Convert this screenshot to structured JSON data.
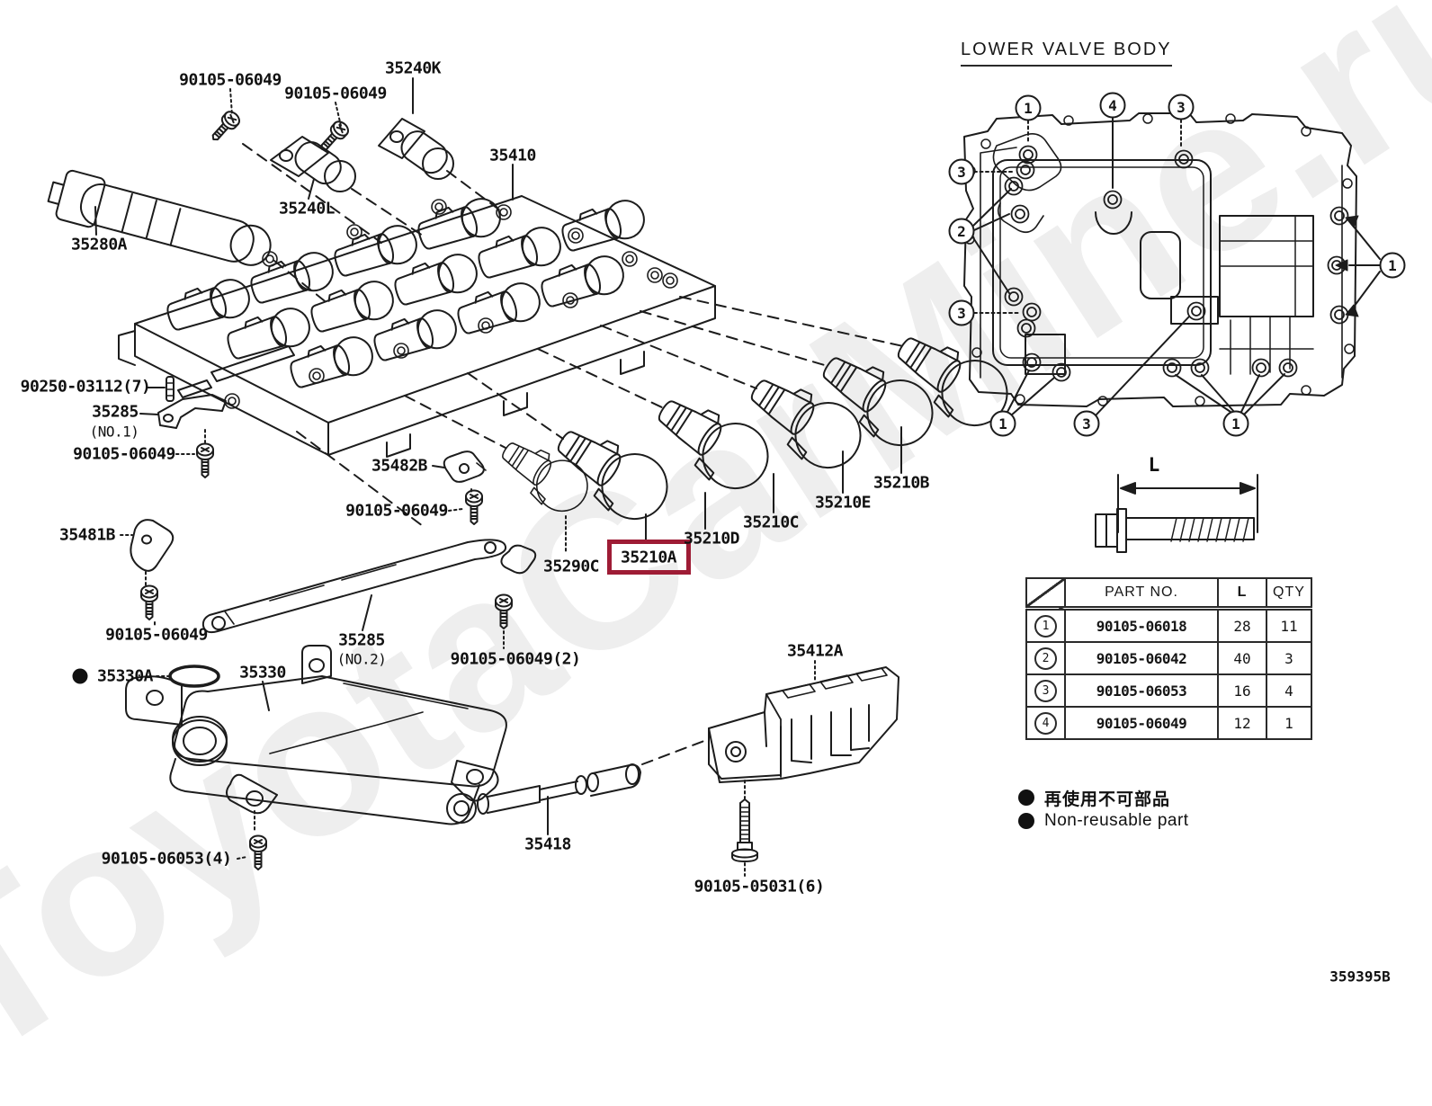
{
  "doc": {
    "number": "359395B",
    "watermark": "ToyotaCarMine.ru"
  },
  "section": {
    "title": "LOWER VALVE BODY"
  },
  "highlight": {
    "part": "35210A",
    "color": "#9e1c35"
  },
  "dimension": {
    "label": "L"
  },
  "legend": {
    "jp": "再使用不可部品",
    "en": "Non-reusable part"
  },
  "table": {
    "headers": {
      "part": "PART NO.",
      "len": "L",
      "qty": "QTY"
    },
    "rows": [
      {
        "no": "1",
        "part": "90105-06018",
        "len": "28",
        "qty": "11"
      },
      {
        "no": "2",
        "part": "90105-06042",
        "len": "40",
        "qty": "3"
      },
      {
        "no": "3",
        "part": "90105-06053",
        "len": "16",
        "qty": "4"
      },
      {
        "no": "4",
        "part": "90105-06049",
        "len": "12",
        "qty": "1"
      }
    ]
  },
  "callouts": [
    {
      "n": "1"
    },
    {
      "n": "4"
    },
    {
      "n": "3"
    },
    {
      "n": "3"
    },
    {
      "n": "2"
    },
    {
      "n": "3"
    },
    {
      "n": "1"
    },
    {
      "n": "3"
    },
    {
      "n": "1"
    },
    {
      "n": "1"
    }
  ],
  "labels": [
    {
      "id": "bolt-06049-1",
      "text": "90105-06049"
    },
    {
      "id": "bolt-06049-2",
      "text": "90105-06049"
    },
    {
      "id": "35240K",
      "text": "35240K"
    },
    {
      "id": "35410",
      "text": "35410"
    },
    {
      "id": "35240L",
      "text": "35240L"
    },
    {
      "id": "35280A",
      "text": "35280A"
    },
    {
      "id": "90250-03112",
      "text": "90250-03112(7)"
    },
    {
      "id": "35285-no1",
      "text": "35285"
    },
    {
      "id": "35285-no1-note",
      "text": "(NO.1)"
    },
    {
      "id": "bolt-06049-3",
      "text": "90105-06049"
    },
    {
      "id": "35482B",
      "text": "35482B"
    },
    {
      "id": "bolt-06049-4",
      "text": "90105-06049"
    },
    {
      "id": "35481B",
      "text": "35481B"
    },
    {
      "id": "bolt-06049-5",
      "text": "90105-06049"
    },
    {
      "id": "35285-no2",
      "text": "35285"
    },
    {
      "id": "35285-no2-note",
      "text": "(NO.2)"
    },
    {
      "id": "bolt-06049-x2",
      "text": "90105-06049(2)"
    },
    {
      "id": "35330A",
      "text": "35330A"
    },
    {
      "id": "35330",
      "text": "35330"
    },
    {
      "id": "35290C",
      "text": "35290C"
    },
    {
      "id": "35210A",
      "text": "35210A"
    },
    {
      "id": "35210D",
      "text": "35210D"
    },
    {
      "id": "35210C",
      "text": "35210C"
    },
    {
      "id": "35210E",
      "text": "35210E"
    },
    {
      "id": "35210B",
      "text": "35210B"
    },
    {
      "id": "35412A",
      "text": "35412A"
    },
    {
      "id": "35418",
      "text": "35418"
    },
    {
      "id": "bolt-06053-x4",
      "text": "90105-06053(4)"
    },
    {
      "id": "bolt-05031-x6",
      "text": "90105-05031(6)"
    }
  ]
}
